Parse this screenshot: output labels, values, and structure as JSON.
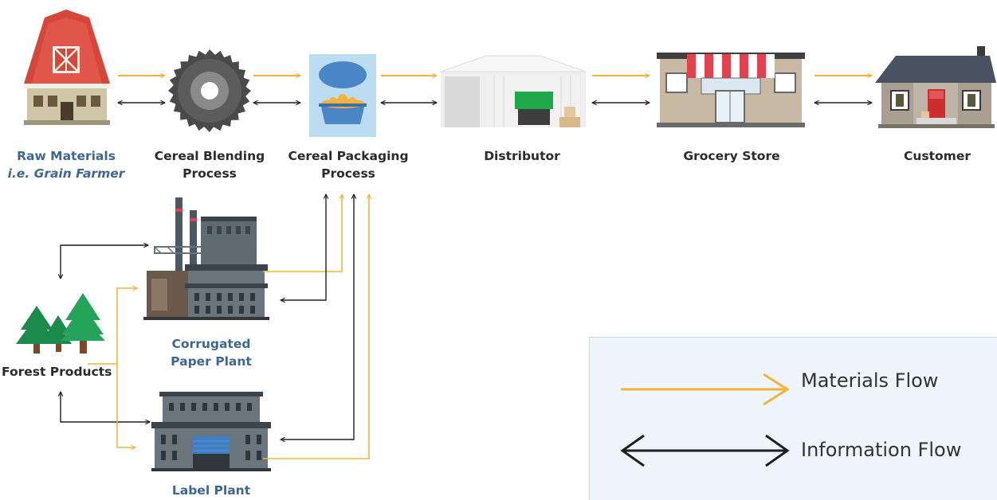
{
  "nodes": {
    "raw_materials": {
      "label": "Raw Materials",
      "sublabel": "i.e. Grain Farmer"
    },
    "cereal_blending": {
      "label_line1": "Cereal Blending",
      "label_line2": "Process"
    },
    "cereal_packaging": {
      "label_line1": "Cereal Packaging",
      "label_line2": "Process"
    },
    "distributor": {
      "label": "Distributor"
    },
    "grocery_store": {
      "label": "Grocery Store"
    },
    "customer": {
      "label": "Customer"
    },
    "forest_products": {
      "label": "Forest Products"
    },
    "corrugated_paper_plant": {
      "label_line1": "Corrugated",
      "label_line2": "Paper Plant"
    },
    "label_plant": {
      "label": "Label Plant"
    }
  },
  "legend": {
    "materials_flow": "Materials Flow",
    "information_flow": "Information Flow"
  },
  "colors": {
    "materials_arrow": "#f2b33d",
    "information_arrow": "#1f1f1f",
    "blue_label": "#3f6592",
    "legend_bg": "#eef5fc"
  }
}
